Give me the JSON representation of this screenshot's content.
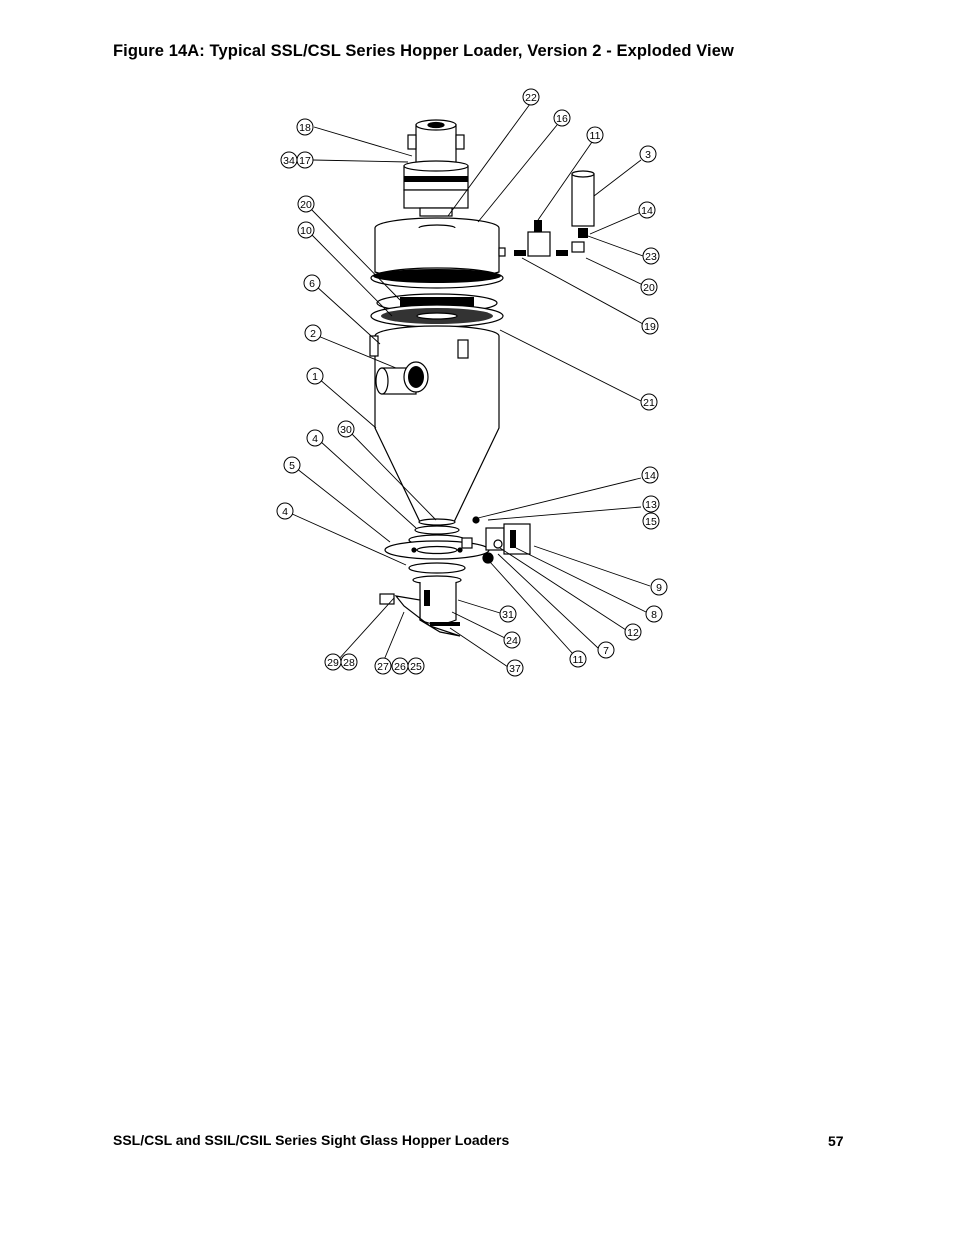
{
  "figure": {
    "title": "Figure 14A:  Typical SSL/CSL Series Hopper Loader, Version 2 - Exploded View"
  },
  "callouts": [
    {
      "id": "c18a",
      "label": "18"
    },
    {
      "id": "c34",
      "label": "34"
    },
    {
      "id": "c17",
      "label": "17"
    },
    {
      "id": "c22",
      "label": "22"
    },
    {
      "id": "c16",
      "label": "16"
    },
    {
      "id": "c11a",
      "label": "11"
    },
    {
      "id": "c3",
      "label": "3"
    },
    {
      "id": "c14a",
      "label": "14"
    },
    {
      "id": "c23",
      "label": "23"
    },
    {
      "id": "c20b",
      "label": "20"
    },
    {
      "id": "c20a",
      "label": "20"
    },
    {
      "id": "c10",
      "label": "10"
    },
    {
      "id": "c6",
      "label": "6"
    },
    {
      "id": "c2",
      "label": "2"
    },
    {
      "id": "c19",
      "label": "19"
    },
    {
      "id": "c1",
      "label": "1"
    },
    {
      "id": "c21",
      "label": "21"
    },
    {
      "id": "c30",
      "label": "30"
    },
    {
      "id": "c4a",
      "label": "4"
    },
    {
      "id": "c5",
      "label": "5"
    },
    {
      "id": "c4b",
      "label": "4"
    },
    {
      "id": "c14b",
      "label": "14"
    },
    {
      "id": "c13",
      "label": "13"
    },
    {
      "id": "c15",
      "label": "15"
    },
    {
      "id": "c9",
      "label": "9"
    },
    {
      "id": "c8",
      "label": "8"
    },
    {
      "id": "c12",
      "label": "12"
    },
    {
      "id": "c7",
      "label": "7"
    },
    {
      "id": "c11b",
      "label": "11"
    },
    {
      "id": "c31",
      "label": "31"
    },
    {
      "id": "c24",
      "label": "24"
    },
    {
      "id": "c37",
      "label": "37"
    },
    {
      "id": "c29",
      "label": "29"
    },
    {
      "id": "c28",
      "label": "28"
    },
    {
      "id": "c27",
      "label": "27"
    },
    {
      "id": "c26",
      "label": "26"
    },
    {
      "id": "c25",
      "label": "25"
    }
  ],
  "footer": {
    "document_title": "SSL/CSL and SSIL/CSIL Series Sight Glass Hopper Loaders",
    "page_number": "57"
  }
}
